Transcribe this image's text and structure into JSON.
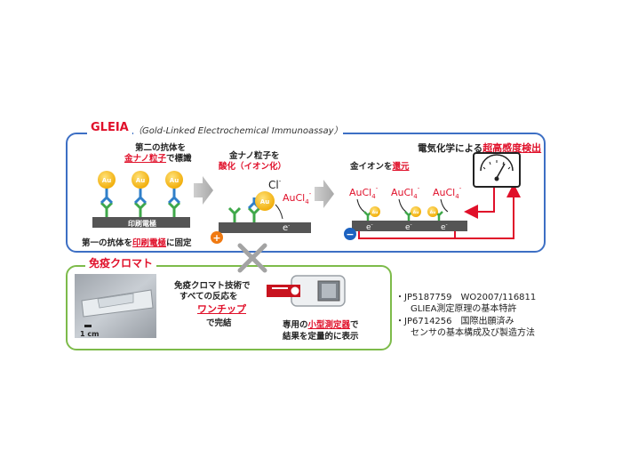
{
  "gleia": {
    "title": "GLEIA",
    "subtitle": "（Gold-Linked Electrochemical Immunoassay）",
    "step1": {
      "caption_line1": "第二の抗体を",
      "caption_line2_red": "金ナノ粒子",
      "caption_line2_rest": "で標識",
      "particle_label": "Au",
      "electrode_label": "印刷電極",
      "bottom_prefix": "第一の抗体を",
      "bottom_red": "印刷電極",
      "bottom_suffix": "に固定"
    },
    "step2": {
      "caption_line1": "金ナノ粒子を",
      "caption_line2_red": "酸化（イオン化）",
      "chloride": "Cl",
      "chloride_sup": "-",
      "product": "AuCl",
      "product_sub": "4",
      "product_sup": "-",
      "electron": "e",
      "electron_sup": "-",
      "plus": "+",
      "particle_label": "Au"
    },
    "step3": {
      "caption_prefix": "金イオンを",
      "caption_red": "還元",
      "ion": "AuCl",
      "ion_sub": "4",
      "ion_sup": "-",
      "electron": "e",
      "electron_sup": "-",
      "minus": "−",
      "particle_label": "Au",
      "detector_prefix": "電気化学による",
      "detector_red": "超高感度検出"
    }
  },
  "immuno": {
    "title": "免疫クロマト",
    "scale_label": "1 cm",
    "text_line1": "免疫クロマト技術で",
    "text_line2": "すべての反応を",
    "text_red": "ワンチップ",
    "text_line4": "で完結",
    "device_prefix": "専用の",
    "device_red": "小型測定器",
    "device_suffix": "で",
    "device_line2": "結果を定量的に表示"
  },
  "patents": [
    {
      "line1": "・JP5187759　WO2007/116811",
      "line2": "GLIEA測定原理の基本特許"
    },
    {
      "line1": "・JP6714256　国際出願済み",
      "line2": "センサの基本構成及び製造方法"
    }
  ],
  "colors": {
    "red": "#e0102a",
    "blue": "#3d6fc4",
    "green": "#7dbb4a",
    "gold": "#f3b520"
  }
}
